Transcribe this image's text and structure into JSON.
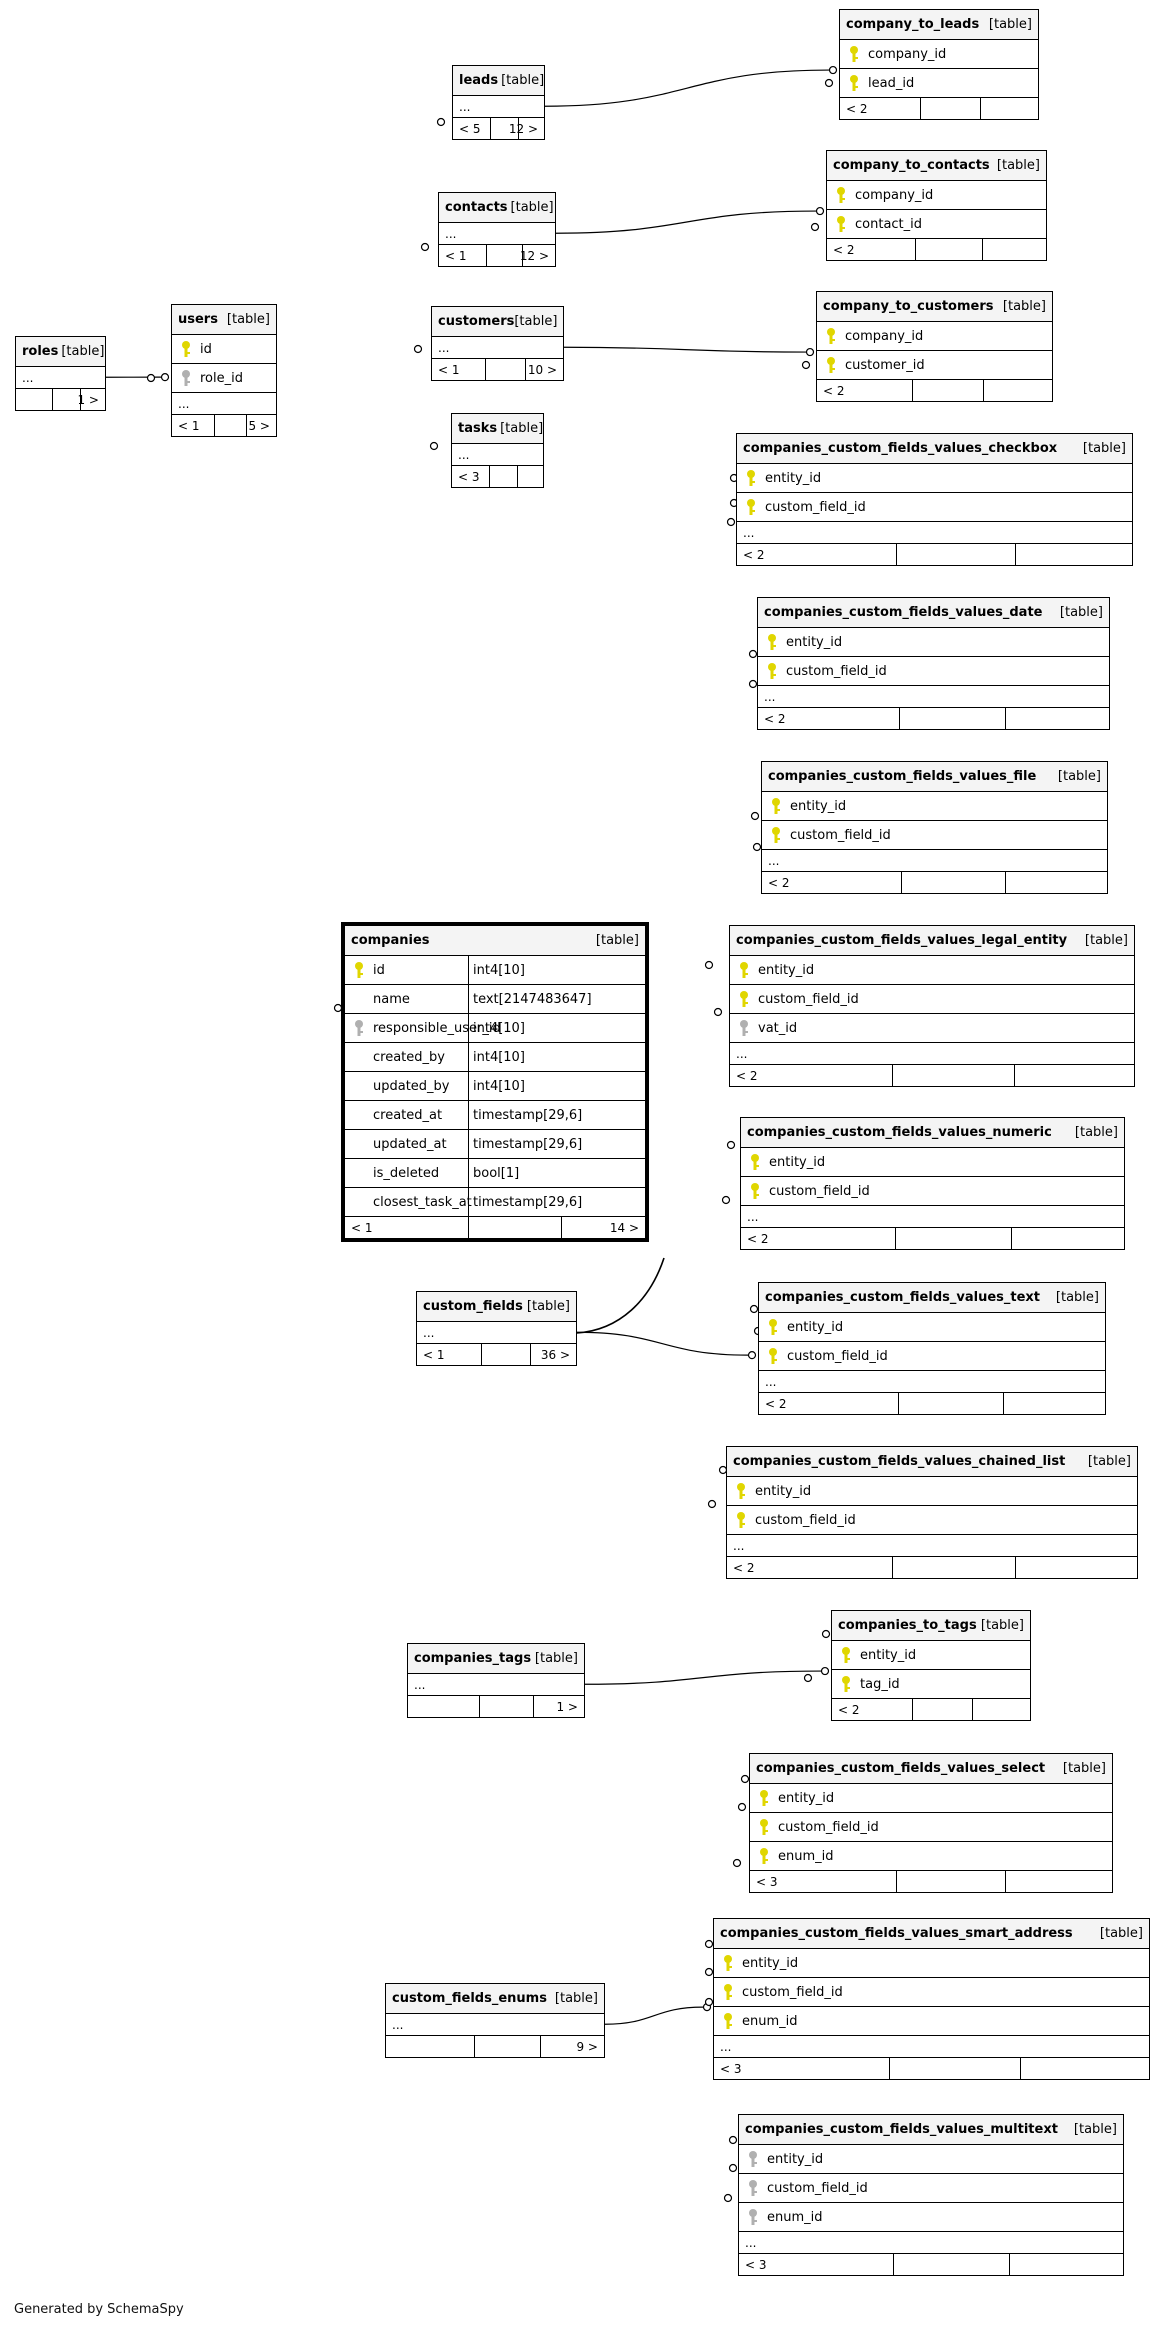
{
  "diagram": {
    "footer": "Generated by SchemaSpy",
    "kind_label": "[table]",
    "more_label": "...",
    "focus_table": "companies"
  },
  "tables": [
    {
      "name": "company_to_leads",
      "columns": [
        {
          "name": "company_id",
          "key": "pk"
        },
        {
          "name": "lead_id",
          "key": "pk"
        }
      ],
      "more": false,
      "parents": "< 2",
      "children": ""
    },
    {
      "name": "leads",
      "columns": [],
      "more": true,
      "parents": "< 5",
      "children": "12 >"
    },
    {
      "name": "company_to_contacts",
      "columns": [
        {
          "name": "company_id",
          "key": "pk"
        },
        {
          "name": "contact_id",
          "key": "pk"
        }
      ],
      "more": false,
      "parents": "< 2",
      "children": ""
    },
    {
      "name": "contacts",
      "columns": [],
      "more": true,
      "parents": "< 1",
      "children": "12 >"
    },
    {
      "name": "roles",
      "columns": [],
      "more": true,
      "parents": "",
      "children": "1 >"
    },
    {
      "name": "users",
      "columns": [
        {
          "name": "id",
          "key": "pk"
        },
        {
          "name": "role_id",
          "key": "fk"
        }
      ],
      "more": true,
      "parents": "< 1",
      "children": "5 >"
    },
    {
      "name": "customers",
      "columns": [],
      "more": true,
      "parents": "< 1",
      "children": "10 >"
    },
    {
      "name": "company_to_customers",
      "columns": [
        {
          "name": "company_id",
          "key": "pk"
        },
        {
          "name": "customer_id",
          "key": "pk"
        }
      ],
      "more": false,
      "parents": "< 2",
      "children": ""
    },
    {
      "name": "tasks",
      "columns": [],
      "more": true,
      "parents": "< 3",
      "children": ""
    },
    {
      "name": "companies_custom_fields_values_checkbox",
      "columns": [
        {
          "name": "entity_id",
          "key": "pk"
        },
        {
          "name": "custom_field_id",
          "key": "pk"
        }
      ],
      "more": true,
      "parents": "< 2",
      "children": ""
    },
    {
      "name": "companies_custom_fields_values_date",
      "columns": [
        {
          "name": "entity_id",
          "key": "pk"
        },
        {
          "name": "custom_field_id",
          "key": "pk"
        }
      ],
      "more": true,
      "parents": "< 2",
      "children": ""
    },
    {
      "name": "companies_custom_fields_values_file",
      "columns": [
        {
          "name": "entity_id",
          "key": "pk"
        },
        {
          "name": "custom_field_id",
          "key": "pk"
        }
      ],
      "more": true,
      "parents": "< 2",
      "children": ""
    },
    {
      "name": "companies",
      "columns": [
        {
          "name": "id",
          "key": "pk",
          "type": "int4[10]"
        },
        {
          "name": "name",
          "key": "",
          "type": "text[2147483647]"
        },
        {
          "name": "responsible_user_id",
          "key": "fk",
          "type": "int4[10]"
        },
        {
          "name": "created_by",
          "key": "",
          "type": "int4[10]"
        },
        {
          "name": "updated_by",
          "key": "",
          "type": "int4[10]"
        },
        {
          "name": "created_at",
          "key": "",
          "type": "timestamp[29,6]"
        },
        {
          "name": "updated_at",
          "key": "",
          "type": "timestamp[29,6]"
        },
        {
          "name": "is_deleted",
          "key": "",
          "type": "bool[1]"
        },
        {
          "name": "closest_task_at",
          "key": "",
          "type": "timestamp[29,6]"
        }
      ],
      "more": false,
      "parents": "< 1",
      "children": "14 >"
    },
    {
      "name": "companies_custom_fields_values_legal_entity",
      "columns": [
        {
          "name": "entity_id",
          "key": "pk"
        },
        {
          "name": "custom_field_id",
          "key": "pk"
        },
        {
          "name": "vat_id",
          "key": "fk"
        }
      ],
      "more": true,
      "parents": "< 2",
      "children": ""
    },
    {
      "name": "companies_custom_fields_values_numeric",
      "columns": [
        {
          "name": "entity_id",
          "key": "pk"
        },
        {
          "name": "custom_field_id",
          "key": "pk"
        }
      ],
      "more": true,
      "parents": "< 2",
      "children": ""
    },
    {
      "name": "custom_fields",
      "columns": [],
      "more": true,
      "parents": "< 1",
      "children": "36 >"
    },
    {
      "name": "companies_custom_fields_values_text",
      "columns": [
        {
          "name": "entity_id",
          "key": "pk"
        },
        {
          "name": "custom_field_id",
          "key": "pk"
        }
      ],
      "more": true,
      "parents": "< 2",
      "children": ""
    },
    {
      "name": "companies_custom_fields_values_chained_list",
      "columns": [
        {
          "name": "entity_id",
          "key": "pk"
        },
        {
          "name": "custom_field_id",
          "key": "pk"
        }
      ],
      "more": true,
      "parents": "< 2",
      "children": ""
    },
    {
      "name": "companies_tags",
      "columns": [],
      "more": true,
      "parents": "",
      "children": "1 >"
    },
    {
      "name": "companies_to_tags",
      "columns": [
        {
          "name": "entity_id",
          "key": "pk"
        },
        {
          "name": "tag_id",
          "key": "pk"
        }
      ],
      "more": false,
      "parents": "< 2",
      "children": ""
    },
    {
      "name": "companies_custom_fields_values_select",
      "columns": [
        {
          "name": "entity_id",
          "key": "pk"
        },
        {
          "name": "custom_field_id",
          "key": "pk"
        },
        {
          "name": "enum_id",
          "key": "pk"
        }
      ],
      "more": false,
      "parents": "< 3",
      "children": ""
    },
    {
      "name": "companies_custom_fields_values_smart_address",
      "columns": [
        {
          "name": "entity_id",
          "key": "pk"
        },
        {
          "name": "custom_field_id",
          "key": "pk"
        },
        {
          "name": "enum_id",
          "key": "pk"
        }
      ],
      "more": true,
      "parents": "< 3",
      "children": ""
    },
    {
      "name": "custom_fields_enums",
      "columns": [],
      "more": true,
      "parents": "",
      "children": "9 >"
    },
    {
      "name": "companies_custom_fields_values_multitext",
      "columns": [
        {
          "name": "entity_id",
          "key": "fk"
        },
        {
          "name": "custom_field_id",
          "key": "fk"
        },
        {
          "name": "enum_id",
          "key": "fk"
        }
      ],
      "more": true,
      "parents": "< 3",
      "children": ""
    }
  ],
  "relationships": [
    {
      "from": "leads",
      "to": "company_to_leads"
    },
    {
      "from": "contacts",
      "to": "company_to_contacts"
    },
    {
      "from": "customers",
      "to": "company_to_customers"
    },
    {
      "from": "roles",
      "to": "users"
    },
    {
      "from": "custom_fields",
      "to": "companies_custom_fields_values_text"
    },
    {
      "from": "companies_tags",
      "to": "companies_to_tags"
    },
    {
      "from": "custom_fields_enums",
      "to": "companies_custom_fields_values_smart_address"
    }
  ]
}
